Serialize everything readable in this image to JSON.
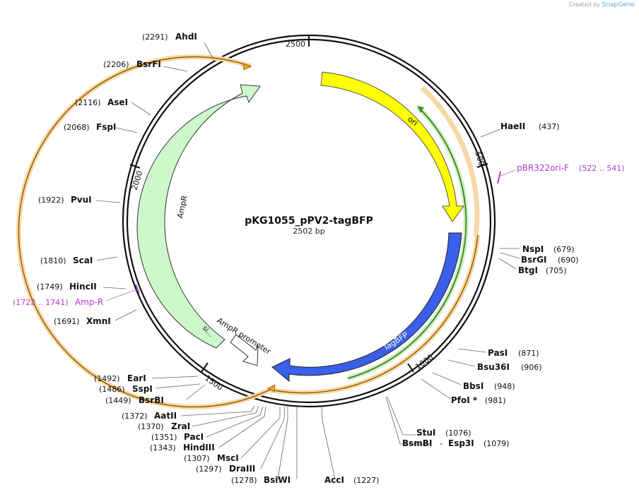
{
  "brand": {
    "prefix": "Created by",
    "name": "SnapGene"
  },
  "plasmid": {
    "name": "pKG1055_pPV2-tagBFP",
    "size": "2502 bp"
  },
  "ticks": [
    "2500",
    "500",
    "1000",
    "1500",
    "2000"
  ],
  "enzymes": [
    {
      "name": "AhdI",
      "pos": "(2291)"
    },
    {
      "name": "BsrFI",
      "pos": "(2206)"
    },
    {
      "name": "AseI",
      "pos": "(2116)"
    },
    {
      "name": "FspI",
      "pos": "(2068)"
    },
    {
      "name": "PvuI",
      "pos": "(1922)"
    },
    {
      "name": "ScaI",
      "pos": "(1810)"
    },
    {
      "name": "HincII",
      "pos": "(1749)"
    },
    {
      "name": "XmnI",
      "pos": "(1691)"
    },
    {
      "name": "EarI",
      "pos": "(1492)"
    },
    {
      "name": "SspI",
      "pos": "(1486)"
    },
    {
      "name": "BsrBI",
      "pos": "(1449)"
    },
    {
      "name": "AatII",
      "pos": "(1372)"
    },
    {
      "name": "ZraI",
      "pos": "(1370)"
    },
    {
      "name": "PacI",
      "pos": "(1351)"
    },
    {
      "name": "HindIII",
      "pos": "(1343)"
    },
    {
      "name": "MscI",
      "pos": "(1307)"
    },
    {
      "name": "DraIII",
      "pos": "(1297)"
    },
    {
      "name": "BsiWI",
      "pos": "(1278)"
    },
    {
      "name": "AccI",
      "pos": "(1227)"
    },
    {
      "name": "HaeII",
      "pos": "(437)"
    },
    {
      "name": "NspI",
      "pos": "(679)"
    },
    {
      "name": "BsrGI",
      "pos": "(690)"
    },
    {
      "name": "BtgI",
      "pos": "(705)"
    },
    {
      "name": "PasI",
      "pos": "(871)"
    },
    {
      "name": "Bsu36I",
      "pos": "(906)"
    },
    {
      "name": "BbsI",
      "pos": "(948)"
    },
    {
      "name": "PfoI *",
      "pos": "(981)"
    },
    {
      "name": "StuI",
      "pos": "(1076)"
    },
    {
      "name": "BsmBI",
      "pos": ""
    },
    {
      "name": "Esp3I",
      "pos": "(1079)"
    }
  ],
  "esp_separator": "-",
  "primers": [
    {
      "name": "pBR322ori-F",
      "range": "(522 .. 541)"
    },
    {
      "name": "Amp-R",
      "range": "(1722 .. 1741)"
    }
  ],
  "features": {
    "ori": "ori",
    "tagbfp": "TagBFP",
    "ampr": "AmpR",
    "ampr_promoter": "AmpR promoter",
    "signal": "si..."
  },
  "colors": {
    "ori": "#ffff00",
    "tagbfp": "#3a5fe8",
    "ampr": "#ccf8cc",
    "primer": "#b23bd0",
    "orf_orange": "#f0a030",
    "orf_green": "#3a9a20"
  }
}
